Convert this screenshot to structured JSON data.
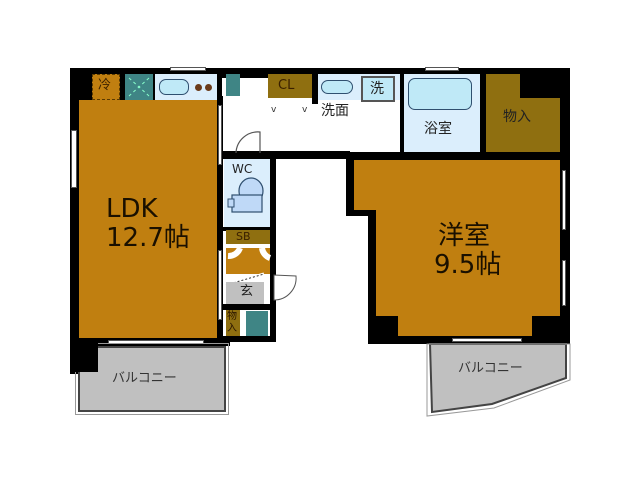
{
  "plan": {
    "rooms": {
      "ldk": {
        "name": "LDK",
        "size": "12.7帖"
      },
      "western": {
        "name": "洋室",
        "size": "9.5帖"
      },
      "bath": {
        "label": "浴室"
      },
      "washroom": {
        "label": "洗面"
      },
      "washer": {
        "label": "洗"
      },
      "closet": {
        "label": "CL"
      },
      "storage_main": {
        "label": "物入"
      },
      "storage_small": {
        "label": "物入"
      },
      "wc": {
        "label": "WC"
      },
      "shoe_box": {
        "label": "SB"
      },
      "entrance": {
        "label": "玄"
      },
      "fridge": {
        "label": "冷"
      },
      "balcony_left": {
        "label": "バルコニー"
      },
      "balcony_right": {
        "label": "バルコニー"
      }
    },
    "colors": {
      "floor": "#c07f10",
      "wall": "#000000",
      "wet_area": "#dbeefc",
      "fixture": "#bfe9f7",
      "storage": "#8f6f10",
      "accent_teal": "#3f8585",
      "balcony": "#c0c0c0"
    }
  }
}
